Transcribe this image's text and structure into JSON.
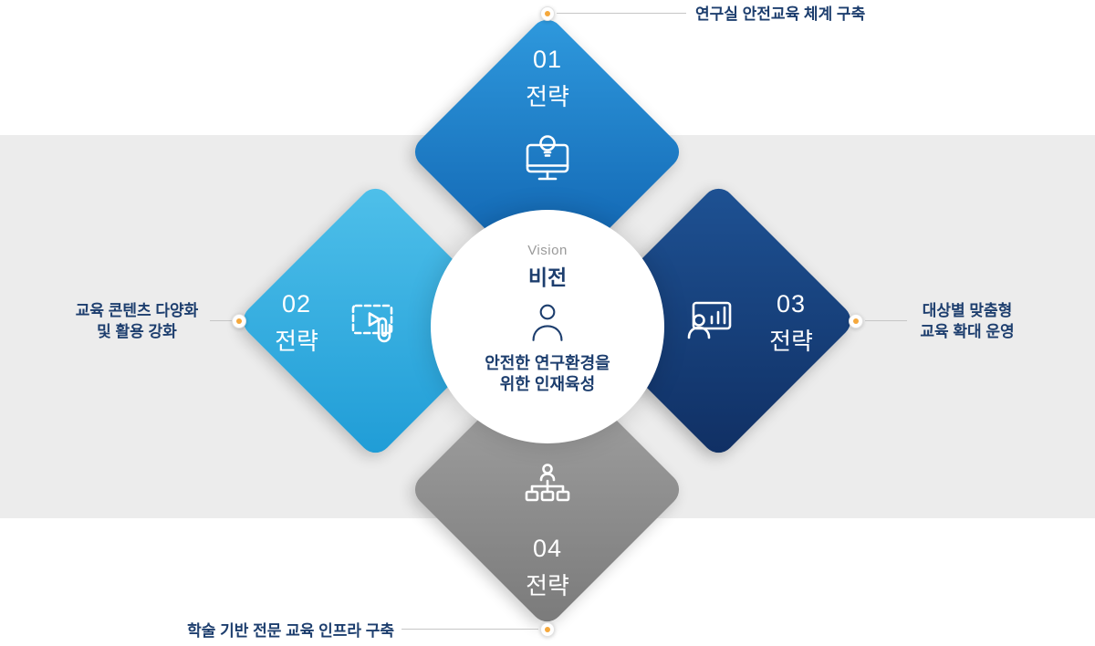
{
  "vision": {
    "label_en": "Vision",
    "label_ko": "비전",
    "desc_line1": "안전한 연구환경을",
    "desc_line2": "위한 인재육성",
    "icon": "person-icon"
  },
  "strategies": [
    {
      "number": "01",
      "label": "전략",
      "icon": "monitor-bulb-icon",
      "callout": "연구실 안전교육 체계 구축",
      "color": "#1472bd"
    },
    {
      "number": "02",
      "label": "전략",
      "icon": "video-clip-icon",
      "callout_line1": "교육 콘텐츠 다양화",
      "callout_line2": "및 활용 강화",
      "color": "#35aee2"
    },
    {
      "number": "03",
      "label": "전략",
      "icon": "person-chart-icon",
      "callout_line1": "대상별 맞춤형",
      "callout_line2": "교육 확대 운영",
      "color": "#17437d"
    },
    {
      "number": "04",
      "label": "전략",
      "icon": "org-chart-icon",
      "callout": "학술 기반 전문 교육 인프라 구축",
      "color": "#8c8c8c"
    }
  ],
  "colors": {
    "callout_text": "#1d3e6e",
    "dot_accent": "#f5a83c",
    "band": "#ececec",
    "vision_text": "#1d3e6e"
  }
}
